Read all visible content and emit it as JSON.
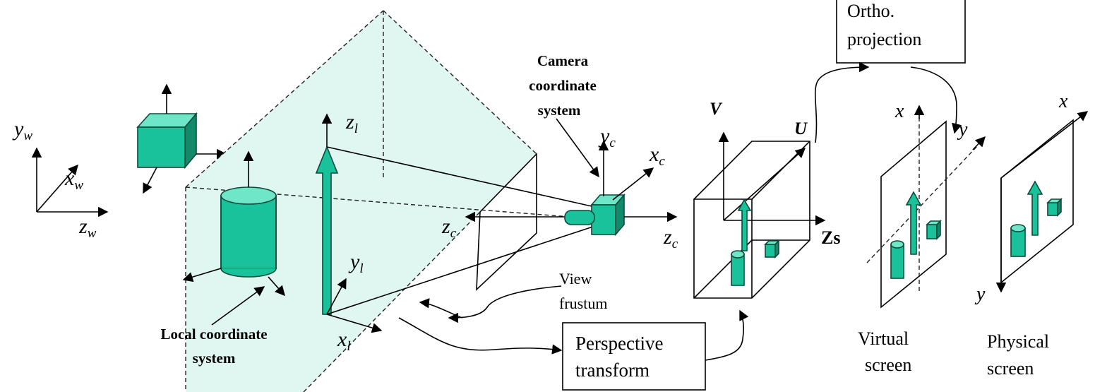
{
  "colors": {
    "accent": "#19c29a",
    "frustum_fill": "#dff7f0"
  },
  "world": {
    "y": "y",
    "y_sub": "w",
    "x": "x",
    "x_sub": "w",
    "z": "z",
    "z_sub": "w"
  },
  "local": {
    "z": "z",
    "z_sub": "l",
    "y": "y",
    "y_sub": "l",
    "x": "x",
    "x_sub": "l",
    "label_line1": "Local coordinate",
    "label_line2": "system"
  },
  "camera": {
    "label_line1": "Camera",
    "label_line2": "coordinate",
    "label_line3": "system",
    "y": "y",
    "y_sub": "c",
    "x": "x",
    "x_sub": "c",
    "z_back": "z",
    "z_back_sub": "c",
    "z_front": "z",
    "z_front_sub": "c"
  },
  "frustum": {
    "line1": "View",
    "line2": "frustum"
  },
  "perspective": {
    "line1": "Perspective",
    "line2": "transform"
  },
  "screen_space": {
    "v": "V",
    "u": "U",
    "zs": "Zs"
  },
  "ortho": {
    "line1": "Ortho.",
    "line2": "projection"
  },
  "virtual_screen": {
    "x": "x",
    "y": "y",
    "line1": "Virtual",
    "line2": "screen"
  },
  "physical_screen": {
    "x": "x",
    "y": "y",
    "line1": "Physical",
    "line2": "screen"
  }
}
